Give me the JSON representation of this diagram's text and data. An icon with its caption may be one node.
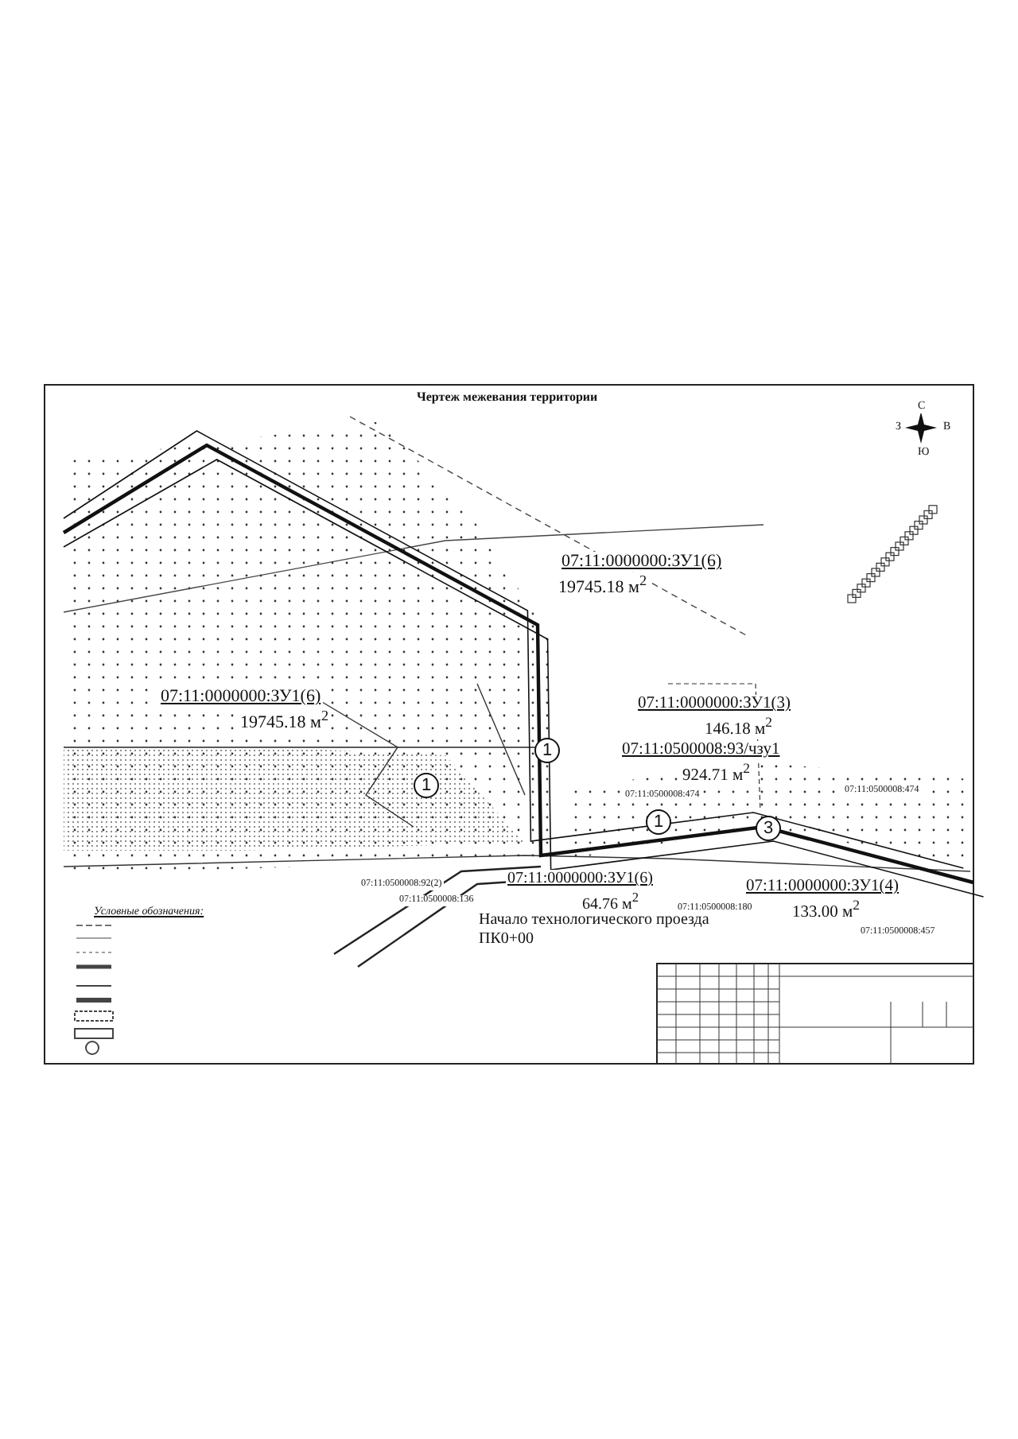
{
  "diagram": {
    "title": "Чертеж межевания территории",
    "nodes": [
      {
        "text": [
          "1"
        ]
      },
      {
        "text": [
          "1"
        ]
      },
      {
        "text": [
          "1"
        ]
      },
      {
        "text": [
          "3"
        ]
      }
    ],
    "labels": [
      "С",
      "З",
      "В",
      "Ю",
      "07:11:0000000:ЗУ1(6)",
      "19745.18 м$^{2}$",
      "07:11:0000000:ЗУ1(6)",
      "19745.18 м$^{2}$",
      "07:11:0000000:ЗУ1(3)",
      "146.18 м$^{2}$",
      "07:11:0500008:93/чзу1",
      "924.71 м$^{2}$",
      "07:11:0500008:474",
      "07:11:0500008:474",
      "07:11:0500008:92(2)",
      "07:11:0000000:ЗУ1(4)",
      "133.00 м$^{2}$",
      "07:11:0500008:136",
      "07:11:0000000:ЗУ1(6)",
      "64.76 м$^{2}$",
      "07:11:0500008:180",
      "07:11:0500008:457",
      "Начало технологического проезда",
      "ПК0+00",
      "Условные обозначения:"
    ]
  }
}
